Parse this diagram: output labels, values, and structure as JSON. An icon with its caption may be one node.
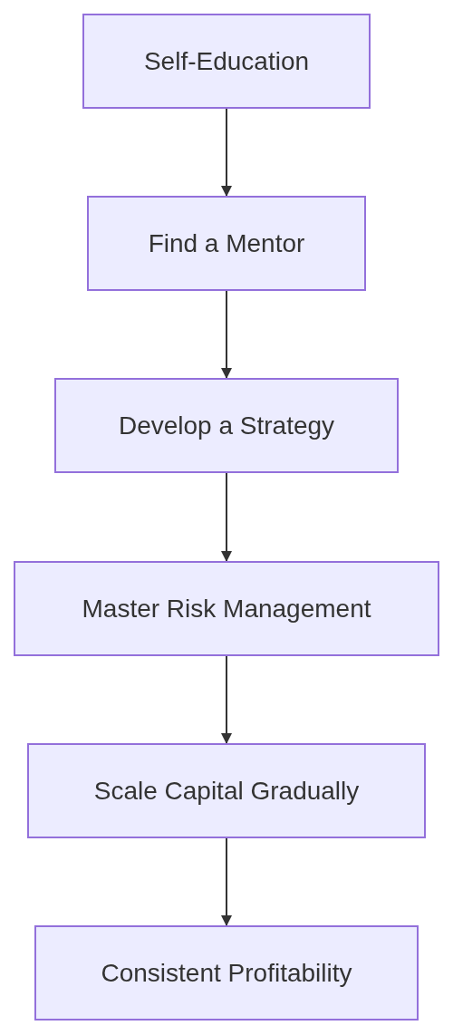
{
  "diagram": {
    "nodes": [
      {
        "text": [
          "Self-Education"
        ]
      },
      {
        "text": [
          "Find a Mentor"
        ]
      },
      {
        "text": [
          "Develop a Strategy"
        ]
      },
      {
        "text": [
          "Master Risk Management"
        ]
      },
      {
        "text": [
          "Scale Capital Gradually"
        ]
      },
      {
        "text": [
          "Consistent Profitability"
        ]
      }
    ],
    "edges": [
      {
        "from": 0,
        "to": 1,
        "arrow": "to"
      },
      {
        "from": 1,
        "to": 2,
        "arrow": "to"
      },
      {
        "from": 2,
        "to": 3,
        "arrow": "to"
      },
      {
        "from": 3,
        "to": 4,
        "arrow": "to"
      },
      {
        "from": 4,
        "to": 5,
        "arrow": "to"
      }
    ]
  }
}
